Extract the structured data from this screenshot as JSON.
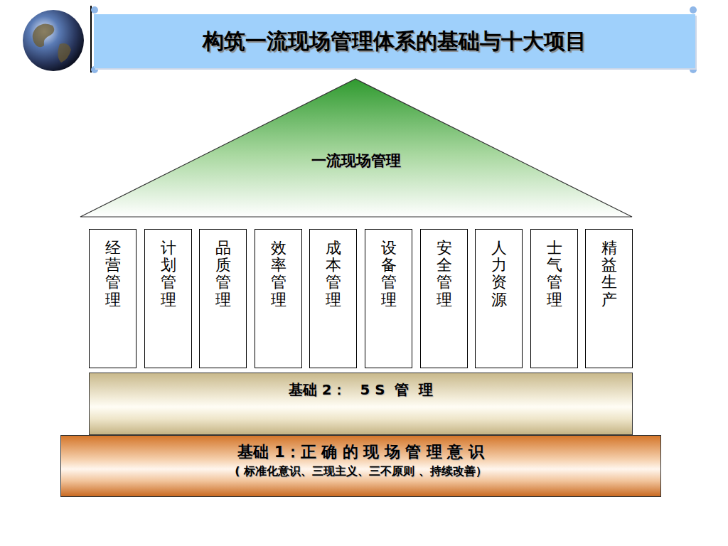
{
  "diagram": {
    "title": "构筑一流现场管理体系的基础与十大项目",
    "nodes": [
      {
        "text": [
          "一流现场管理"
        ]
      },
      {
        "text": [
          "经营管理"
        ]
      },
      {
        "text": [
          "计划管理"
        ]
      },
      {
        "text": [
          "品质管理"
        ]
      },
      {
        "text": [
          "效率管理"
        ]
      },
      {
        "text": [
          "成本管理"
        ]
      },
      {
        "text": [
          "设备管理"
        ]
      },
      {
        "text": [
          "安全管理"
        ]
      },
      {
        "text": [
          "人力资源"
        ]
      },
      {
        "text": [
          "士气管理"
        ]
      },
      {
        "text": [
          "精益生产"
        ]
      },
      {
        "text": [
          "基础 2：　5 S  管  理"
        ]
      },
      {
        "text": [
          "基础 1：正 确 的 现 场 管 理 意 识",
          "( 标准化意识、三现主义、三不原则 、持续改善）"
        ]
      }
    ]
  }
}
